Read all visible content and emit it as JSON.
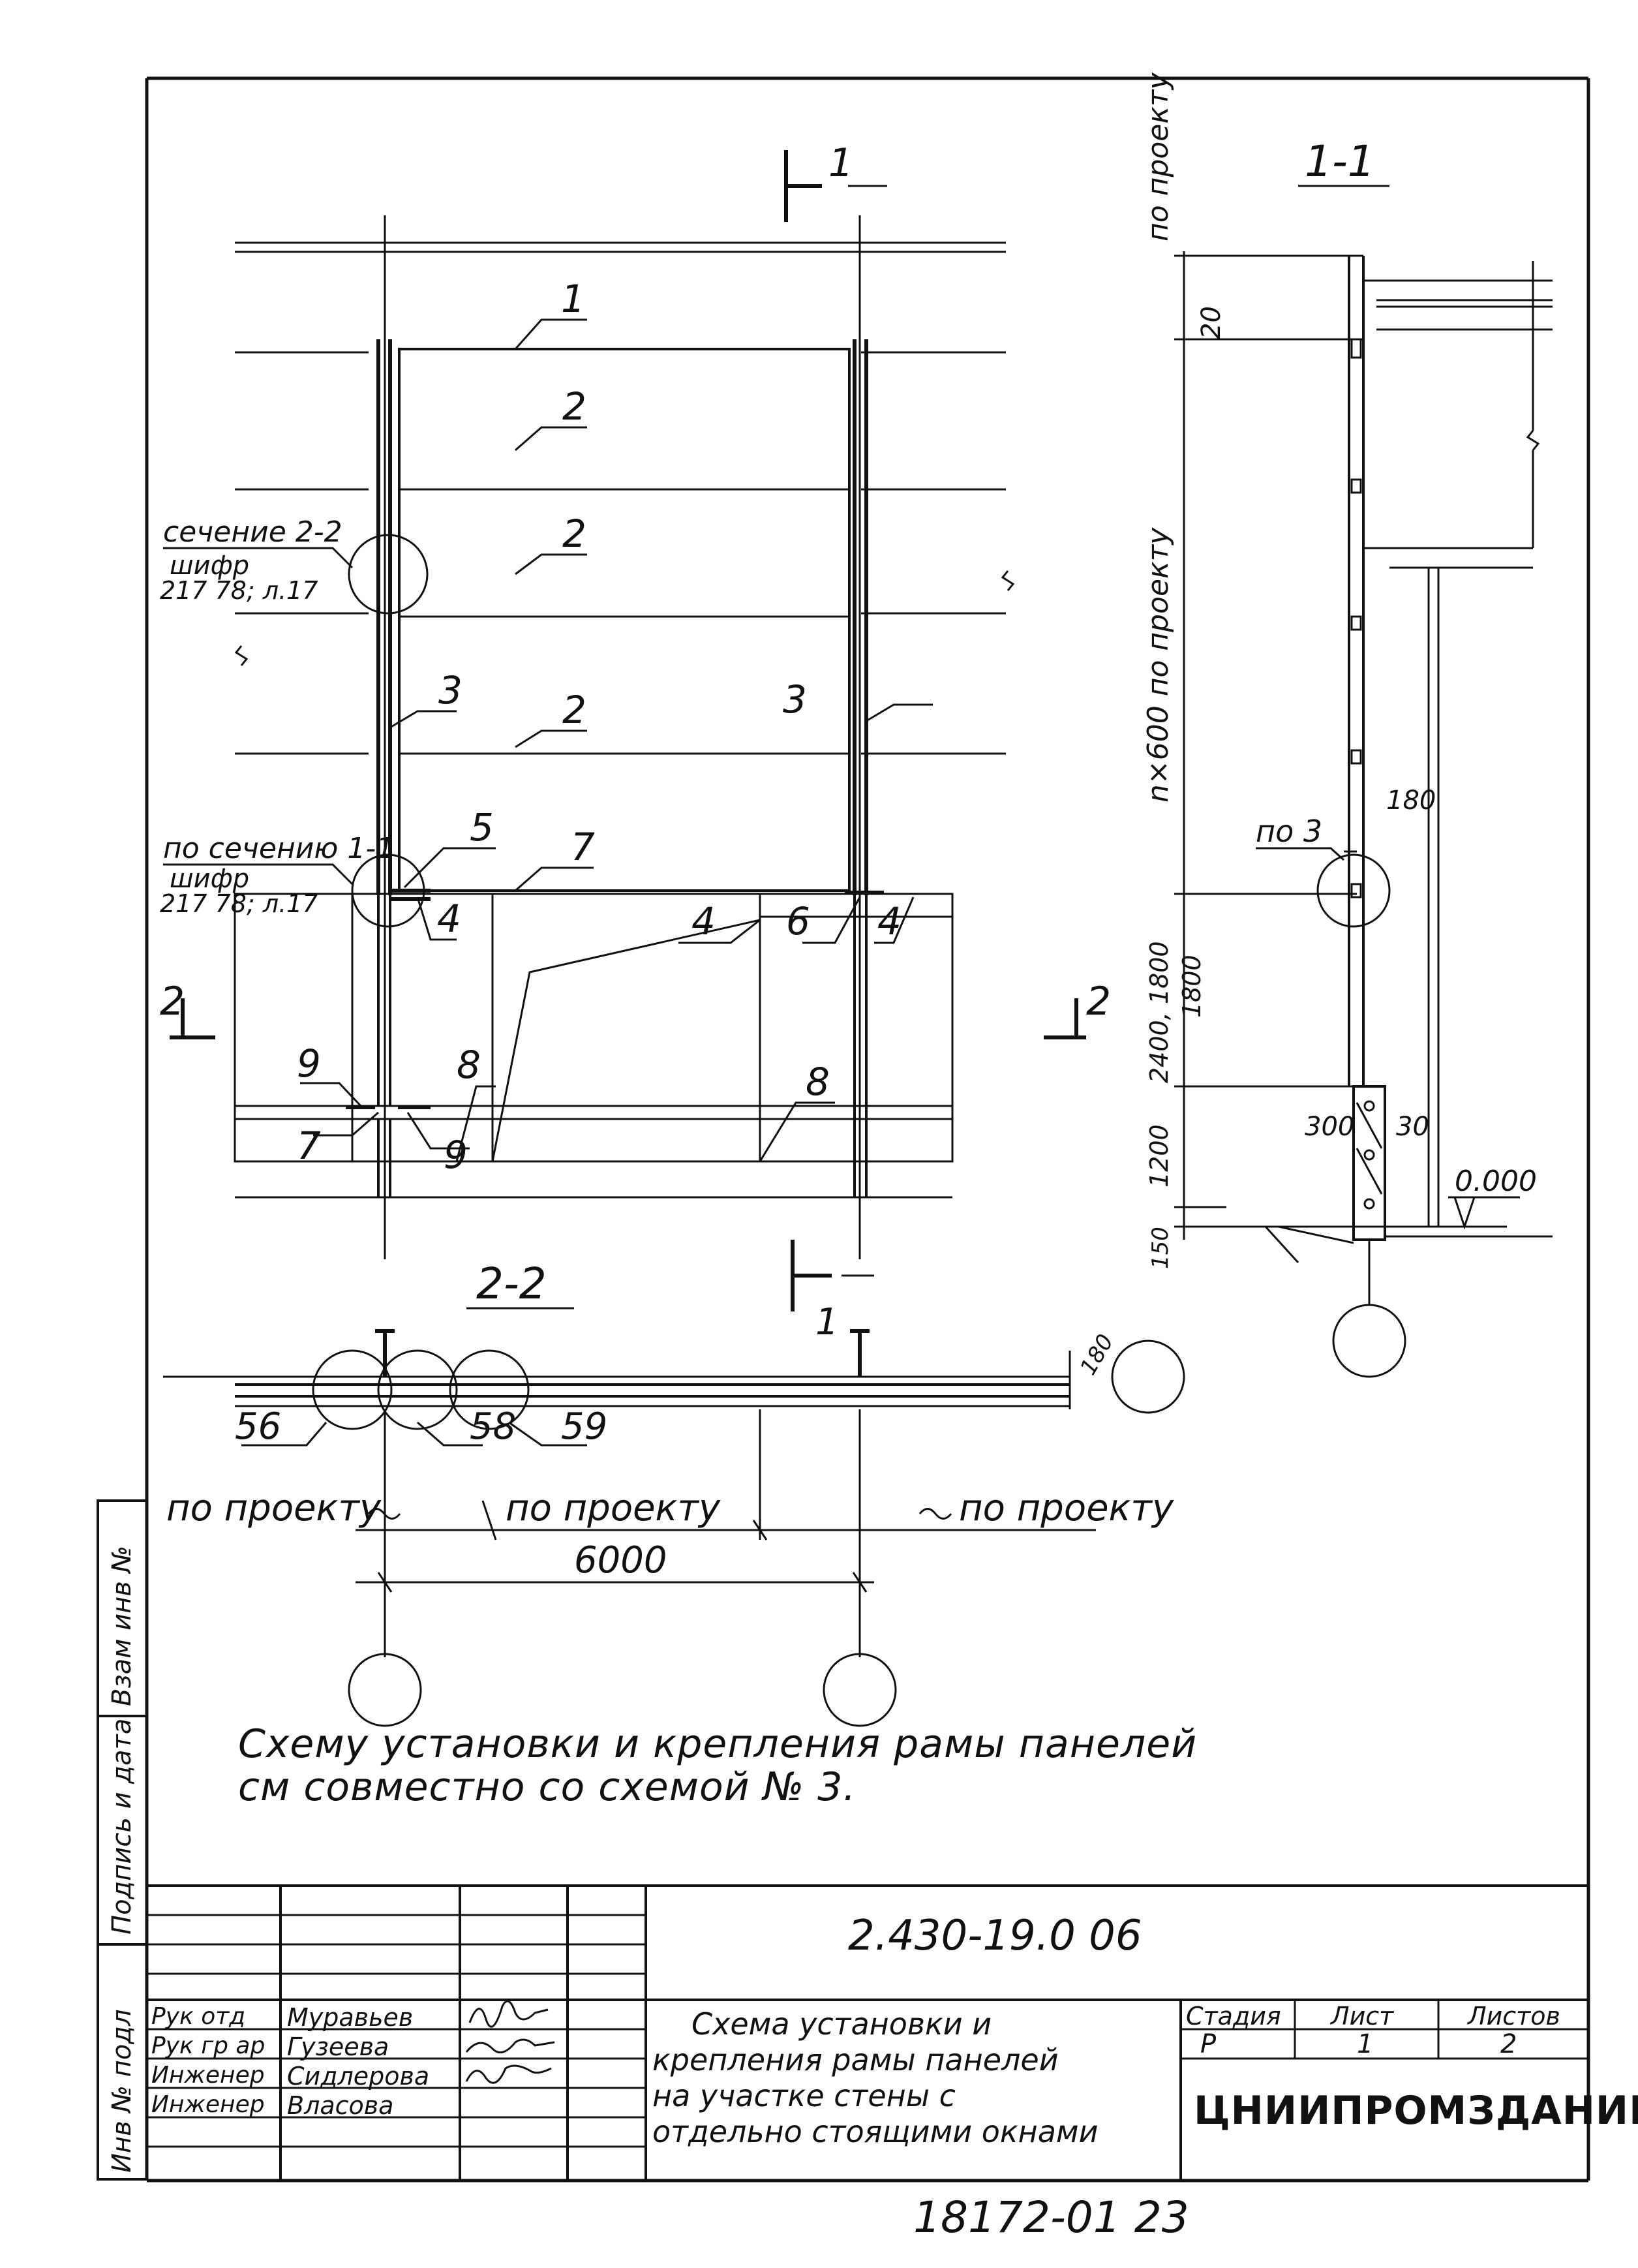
{
  "sheet": {
    "plan": {
      "callout_1": "1",
      "callout_2a": "2",
      "callout_2b": "2",
      "callout_2c": "2",
      "callout_3a": "3",
      "callout_3b": "3",
      "callout_4a": "4",
      "callout_4b": "4",
      "callout_4c": "4",
      "callout_5": "5",
      "callout_6": "6",
      "callout_7a": "7",
      "callout_7b": "7",
      "callout_8a": "8",
      "callout_8b": "8",
      "callout_9a": "9",
      "callout_9b": "9",
      "section_mark_1_top": "1",
      "section_mark_2_left": "2",
      "section_mark_2_right": "2",
      "ref_2_2_title": "сечение 2-2",
      "ref_2_2_cipher": "шифр",
      "ref_2_2_sheet": "217 78; л.17",
      "ref_1_1_title": "по сечению 1-1",
      "ref_1_1_cipher": "шифр",
      "ref_1_1_sheet": "217 78; л.17"
    },
    "section_1_1": {
      "title": "1-1",
      "dim_by_project_top": "по проекту",
      "dim_20": "20",
      "dim_n600": "n×600  по проекту",
      "dim_2400": "2400, 1800",
      "dim_1800": "1800",
      "dim_1200": "1200",
      "dim_150": "150",
      "dim_180": "180",
      "dim_300": "300",
      "dim_30": "30",
      "level": "0.000",
      "ref_no3": "по 3"
    },
    "section_2_2": {
      "title": "2-2",
      "mark_1": "1",
      "callout_56": "56",
      "callout_58": "58",
      "callout_59": "59",
      "dim_180": "180",
      "dim_left": "по проекту",
      "dim_mid": "по проекту",
      "dim_right": "по проекту",
      "dim_total": "6000"
    },
    "note": "Схему установки и крепления рамы панелей\nсм совместно со схемой № 3."
  },
  "side_stamp": {
    "col1": "Инв № подл",
    "col2": "Подпись и дата",
    "col3": "Взам инв №"
  },
  "title_block": {
    "doc_code": "2.430-19.0 06",
    "rows": [
      {
        "role": "Рук отд",
        "name": "Муравьев"
      },
      {
        "role": "Рук гр ар",
        "name": "Гузеева"
      },
      {
        "role": "Инженер",
        "name": "Сидлерова"
      },
      {
        "role": "Инженер",
        "name": "Власова"
      }
    ],
    "description": [
      "Схема установки и",
      "крепления рамы панелей",
      "на участке стены с",
      "отдельно стоящими окнами"
    ],
    "stage_header": "Стадия",
    "sheet_header": "Лист",
    "sheets_header": "Листов",
    "stage_value": "Р",
    "sheet_value": "1",
    "sheets_value": "2",
    "organization": "ЦНИИПРОМЗДАНИЙ"
  },
  "footer_number": "18172-01  23"
}
